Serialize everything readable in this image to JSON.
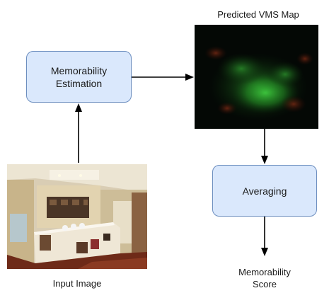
{
  "nodes": {
    "memorability_estimation": "Memorability\nEstimation",
    "averaging": "Averaging"
  },
  "labels": {
    "map_title": "Predicted VMS Map",
    "input_image": "Input Image",
    "score": "Memorability\nScore"
  },
  "colors": {
    "box_fill": "#dae8fc",
    "box_stroke": "#6c8ebf",
    "arrow": "#000000",
    "map_background": "#040805",
    "map_highlight": "#3ec83e"
  }
}
